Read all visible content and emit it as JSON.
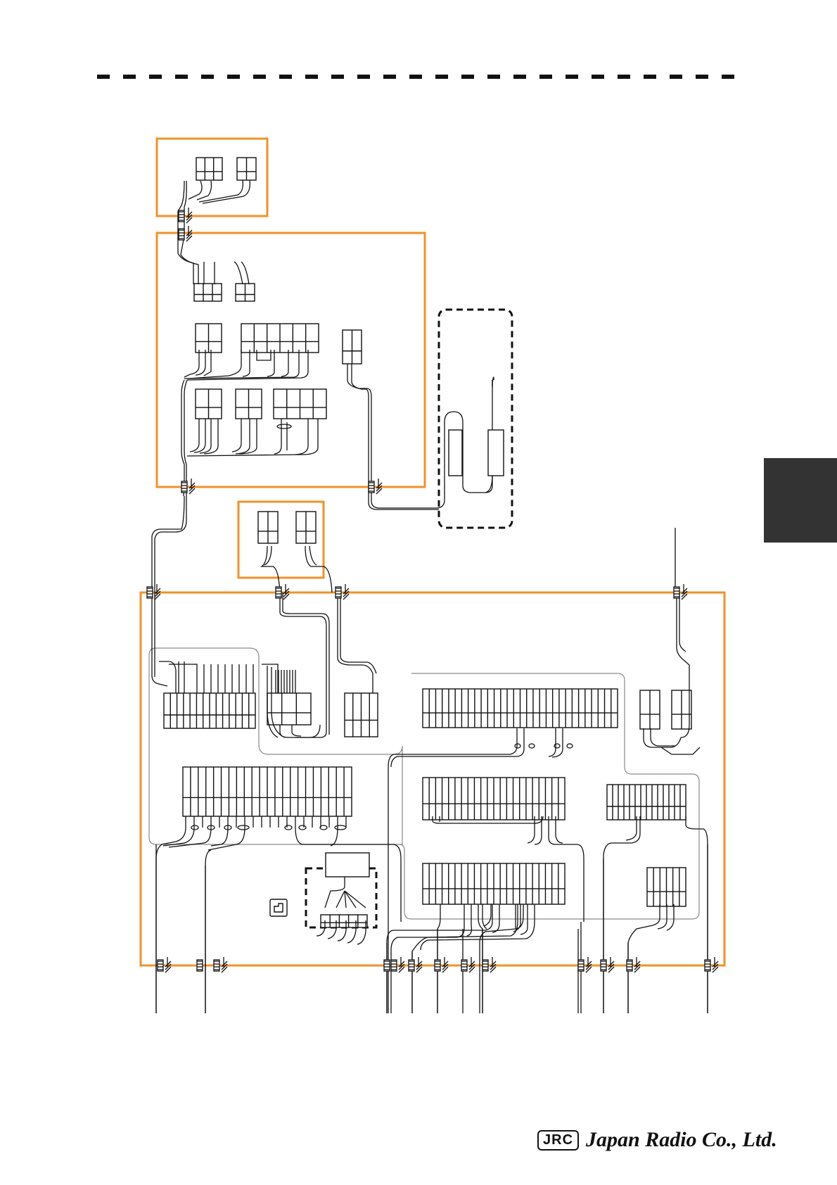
{
  "document": {
    "type": "interconnection wiring diagram",
    "colors": {
      "unit_frame": "#f0922a",
      "wire": "#111111",
      "optional_frame": "#111111",
      "side_tab": "#333333"
    },
    "footer": {
      "badge": "JRC",
      "company": "Japan Radio Co., Ltd."
    }
  }
}
